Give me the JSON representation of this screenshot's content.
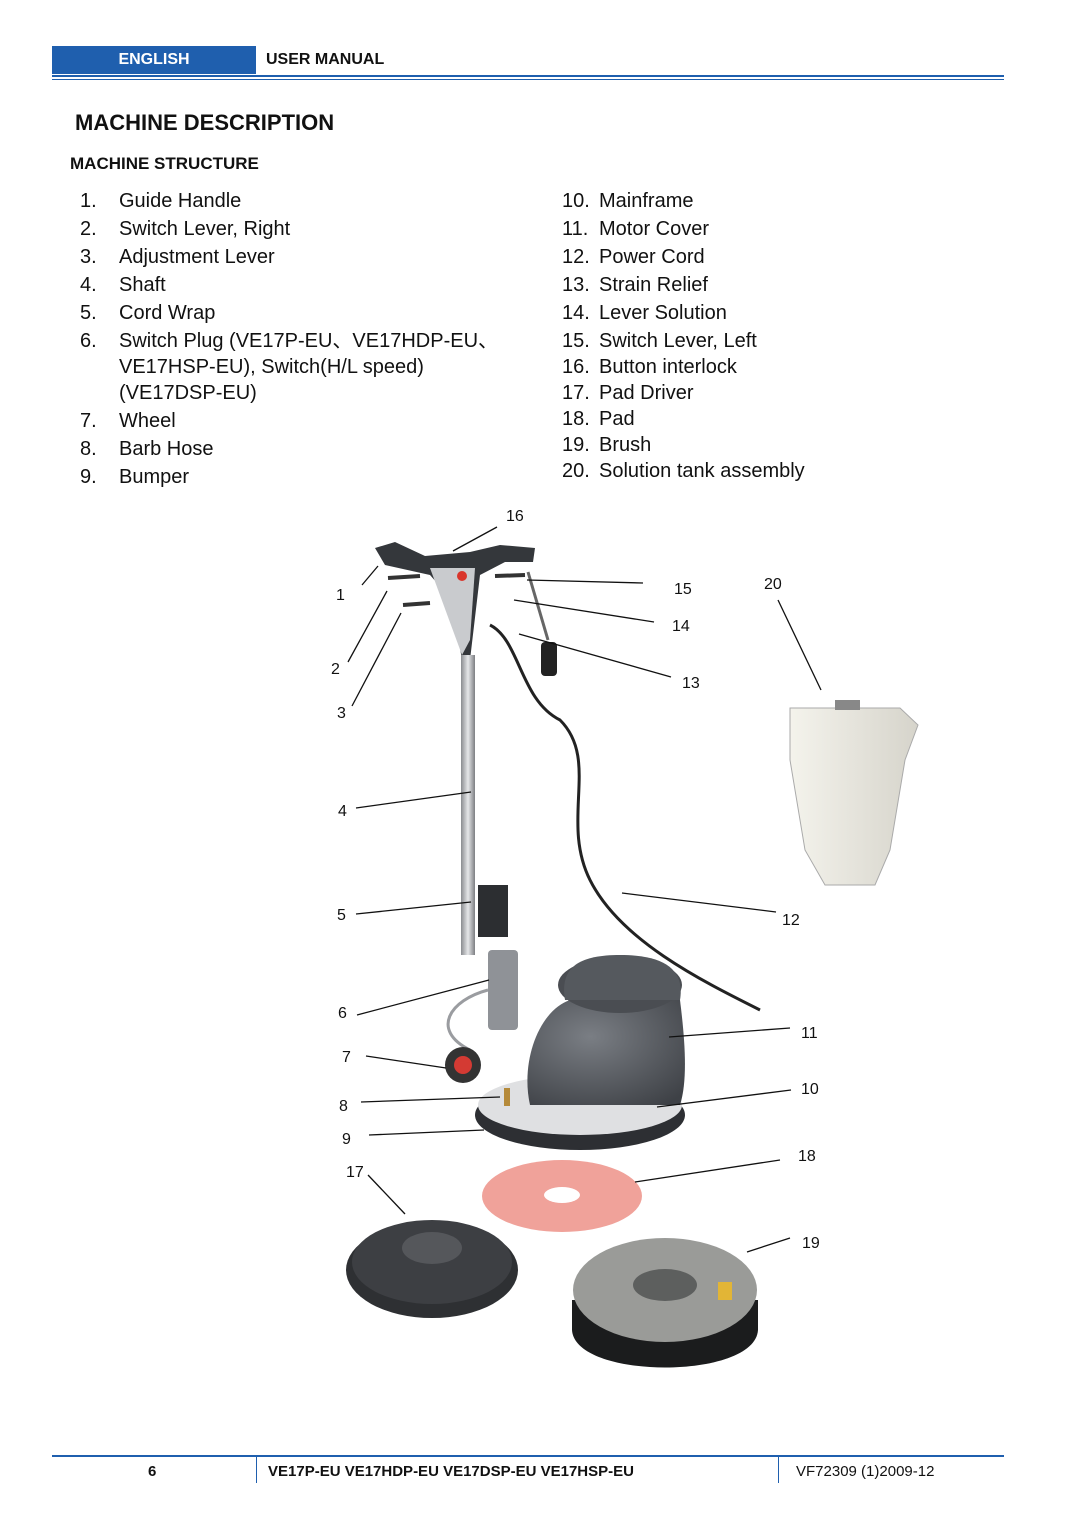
{
  "header": {
    "language": "ENGLISH",
    "doc_type": "USER MANUAL"
  },
  "section_title": "MACHINE DESCRIPTION",
  "subsection_title": "MACHINE STRUCTURE",
  "parts_left": [
    {
      "num": "1.",
      "text": "Guide Handle"
    },
    {
      "num": "2.",
      "text": "Switch Lever, Right"
    },
    {
      "num": "3.",
      "text": "Adjustment Lever"
    },
    {
      "num": "4.",
      "text": "Shaft"
    },
    {
      "num": "5.",
      "text": "Cord Wrap"
    },
    {
      "num": "6.",
      "text": "Switch Plug (VE17P-EU、VE17HDP-EU、VE17HSP-EU), Switch(H/L speed) (VE17DSP-EU)"
    },
    {
      "num": "7.",
      "text": "Wheel"
    },
    {
      "num": "8.",
      "text": "Barb Hose"
    },
    {
      "num": "9.",
      "text": "Bumper"
    }
  ],
  "parts_right": [
    {
      "num": "10.",
      "text": "Mainframe"
    },
    {
      "num": "11.",
      "text": "Motor Cover"
    },
    {
      "num": "12.",
      "text": "Power Cord"
    },
    {
      "num": "13.",
      "text": "Strain Relief"
    },
    {
      "num": "14.",
      "text": "Lever Solution"
    },
    {
      "num": "15.",
      "text": "Switch Lever, Left"
    },
    {
      "num": "16.",
      "text": "Button interlock"
    },
    {
      "num": "17.",
      "text": "Pad Driver"
    },
    {
      "num": "18.",
      "text": "Pad"
    },
    {
      "num": "19.",
      "text": "Brush"
    },
    {
      "num": "20.",
      "text": "Solution tank assembly"
    }
  ],
  "callouts": [
    "1",
    "2",
    "3",
    "4",
    "5",
    "6",
    "7",
    "8",
    "9",
    "10",
    "11",
    "12",
    "13",
    "14",
    "15",
    "16",
    "17",
    "18",
    "19",
    "20"
  ],
  "footer": {
    "page": "6",
    "models": "VE17P-EU VE17HDP-EU VE17DSP-EU VE17HSP-EU",
    "doc_code": "VF72309 (1)2009-12"
  },
  "colors": {
    "accent": "#1f5fae",
    "machine_body": "#5a5d62",
    "pad": "#f0a29a",
    "tank": "#eceae2"
  }
}
